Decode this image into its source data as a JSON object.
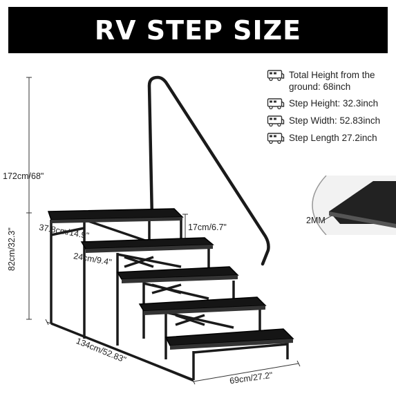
{
  "banner": {
    "title": "RV STEP SIZE"
  },
  "dimensions": {
    "total_height": "172cm/68\"",
    "height": "82cm/32.3\"",
    "top_depth": "37.8cm/14.9\"",
    "step_depth": "24cm/9.4\"",
    "riser": "17cm/6.7\"",
    "width": "134cm/52.83\"",
    "length": "69cm/27.2\""
  },
  "specs": [
    {
      "icon": "rv-icon",
      "text": "Total Height from the ground: 68inch"
    },
    {
      "icon": "rv-icon",
      "text": "Step Height: 32.3inch"
    },
    {
      "icon": "rv-icon",
      "text": "Step Width: 52.83inch"
    },
    {
      "icon": "rv-icon",
      "text": "Step Length 27.2inch"
    }
  ],
  "detail": {
    "thickness_label": "2MM"
  },
  "colors": {
    "banner_bg": "#000000",
    "banner_text": "#ffffff",
    "steel": "#1a1a1a"
  }
}
